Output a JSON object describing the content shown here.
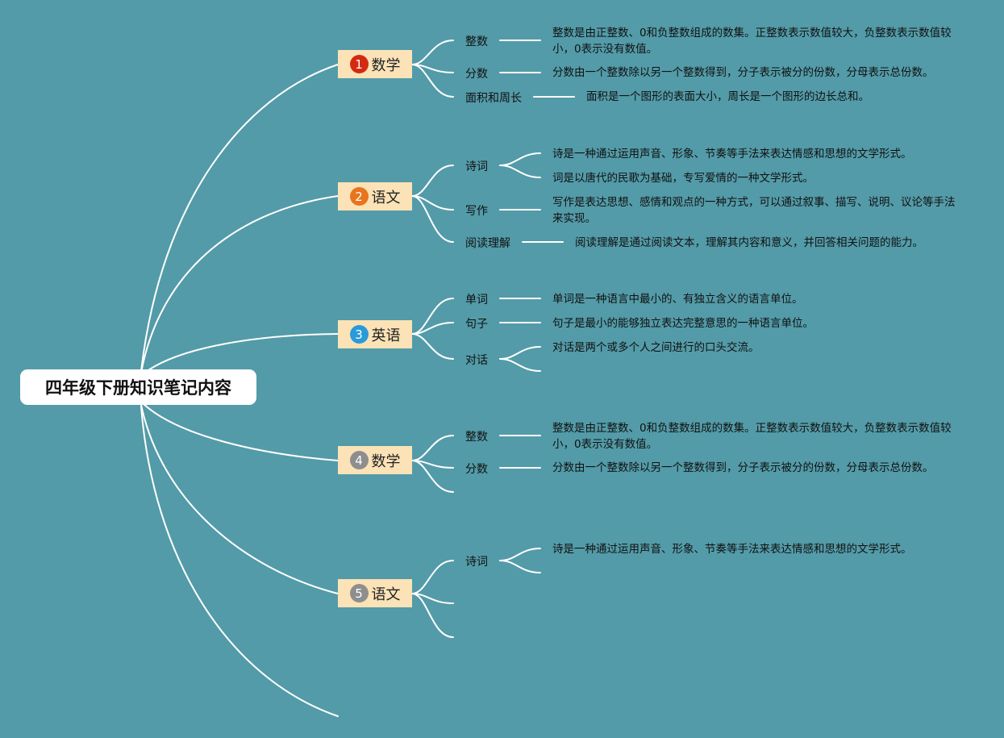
{
  "root": {
    "title": "四年级下册知识笔记内容"
  },
  "colors": {
    "background": "#539ba8",
    "branch_fill": "#fbe2b7",
    "line": "#ffffff"
  },
  "branches": [
    {
      "number": "1",
      "label": "数学",
      "badge_color": "#d52a12",
      "topics": [
        {
          "label": "整数",
          "notes": [
            "整数是由正整数、0和负整数组成的数集。正整数表示数值较大，负整数表示数值较小，0表示没有数值。"
          ]
        },
        {
          "label": "分数",
          "notes": [
            "分数由一个整数除以另一个整数得到，分子表示被分的份数，分母表示总份数。"
          ]
        },
        {
          "label": "面积和周长",
          "notes": [
            "面积是一个图形的表面大小，周长是一个图形的边长总和。"
          ]
        }
      ]
    },
    {
      "number": "2",
      "label": "语文",
      "badge_color": "#e8741d",
      "topics": [
        {
          "label": "诗词",
          "notes": [
            "诗是一种通过运用声音、形象、节奏等手法来表达情感和思想的文学形式。",
            "词是以唐代的民歌为基础，专写爱情的一种文学形式。"
          ]
        },
        {
          "label": "写作",
          "notes": [
            "写作是表达思想、感情和观点的一种方式，可以通过叙事、描写、说明、议论等手法来实现。"
          ]
        },
        {
          "label": "阅读理解",
          "notes": [
            "阅读理解是通过阅读文本，理解其内容和意义，并回答相关问题的能力。"
          ]
        }
      ]
    },
    {
      "number": "3",
      "label": "英语",
      "badge_color": "#2a9ad8",
      "topics": [
        {
          "label": "单词",
          "notes": [
            "单词是一种语言中最小的、有独立含义的语言单位。"
          ]
        },
        {
          "label": "句子",
          "notes": [
            "句子是最小的能够独立表达完整意思的一种语言单位。"
          ]
        },
        {
          "label": "对话",
          "notes": [
            "对话是两个或多个人之间进行的口头交流。"
          ]
        }
      ]
    },
    {
      "number": "4",
      "label": "数学",
      "badge_color": "#8e8e8e",
      "topics": [
        {
          "label": "整数",
          "notes": [
            "整数是由正整数、0和负整数组成的数集。正整数表示数值较大，负整数表示数值较小，0表示没有数值。"
          ]
        },
        {
          "label": "分数",
          "notes": [
            "分数由一个整数除以另一个整数得到，分子表示被分的份数，分母表示总份数。"
          ]
        }
      ]
    },
    {
      "number": "5",
      "label": "语文",
      "badge_color": "#8e8e8e",
      "topics": [
        {
          "label": "诗词",
          "notes": [
            "诗是一种通过运用声音、形象、节奏等手法来表达情感和思想的文学形式。"
          ]
        }
      ]
    }
  ]
}
